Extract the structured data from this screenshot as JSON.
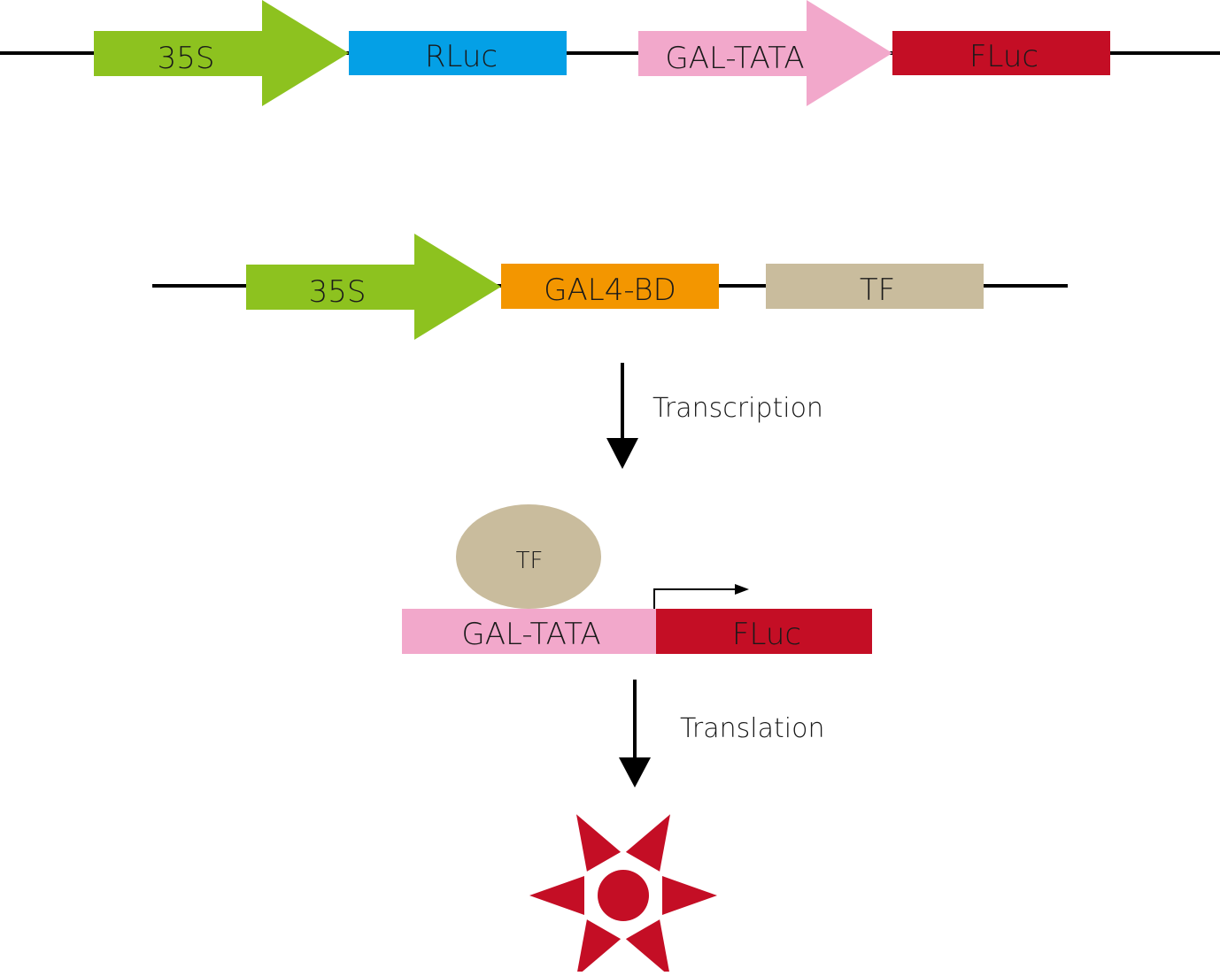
{
  "colors": {
    "promoter_35s": "#8dc21f",
    "rluc": "#04a0e6",
    "gal_tata": "#f2a8cb",
    "fluc": "#c40e25",
    "gal4_bd": "#f39600",
    "tf": "#c9bc9d",
    "line": "#000000",
    "text": "#1a1a1a"
  },
  "reporter_construct": {
    "promoter_label": "35S",
    "rluc_label": "RLuc",
    "gal_tata_label": "GAL-TATA",
    "fluc_label": "FLuc"
  },
  "effector_construct": {
    "promoter_label": "35S",
    "gal4_bd_label": "GAL4-BD",
    "tf_label": "TF"
  },
  "steps": {
    "transcription_label": "Transcription",
    "translation_label": "Translation"
  },
  "activation": {
    "tf_label": "TF",
    "gal_tata_label": "GAL-TATA",
    "fluc_label": "FLuc"
  },
  "icons": {
    "tss": "transcription-start-arrow-icon",
    "luminescence": "luminescence-burst-icon"
  }
}
